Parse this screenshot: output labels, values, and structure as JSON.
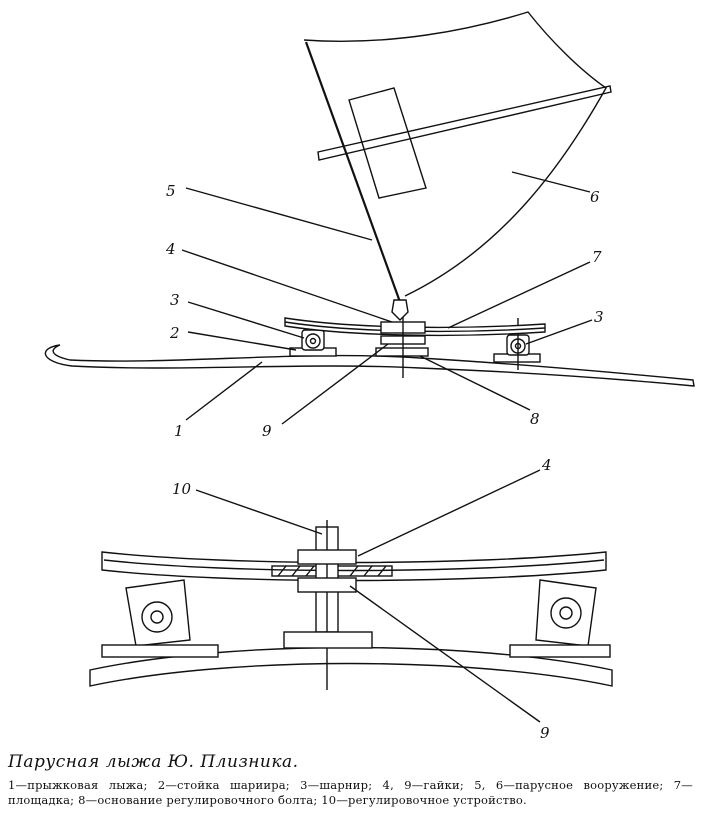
{
  "labels": {
    "top": [
      "1",
      "2",
      "3",
      "3",
      "4",
      "5",
      "6",
      "7",
      "8",
      "9"
    ],
    "bottom": [
      "10",
      "4",
      "9"
    ]
  },
  "caption": {
    "title": "Парусная лыжа Ю. Плизника.",
    "text": "1—прыжковая лыжа; 2—стойка шариира; 3—шарнир; 4, 9—гайки; 5, 6—парусное вооружение; 7—площадка; 8—основание регулировочного болта; 10—регулировочное устройство."
  }
}
